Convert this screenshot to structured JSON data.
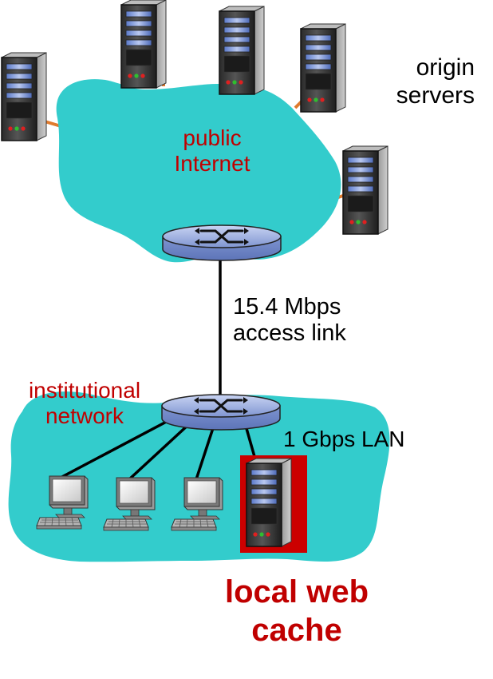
{
  "labels": {
    "origin_servers": [
      "origin",
      "servers"
    ],
    "public_internet": [
      "public",
      "Internet"
    ],
    "access_link": [
      "15.4 Mbps",
      "access link"
    ],
    "institutional_network": [
      "institutional",
      "network"
    ],
    "lan": "1 Gbps LAN",
    "local_cache": [
      "local web",
      "cache"
    ]
  },
  "colors": {
    "cloud": "#33cccc",
    "link_orange": "#e07b2e",
    "label_red": "#c00000",
    "cache_highlight": "#cc0000",
    "router_blue": "#8fa6dd"
  },
  "icons": {
    "server": "server-tower-icon",
    "router": "router-icon",
    "pc": "desktop-computer-icon"
  }
}
